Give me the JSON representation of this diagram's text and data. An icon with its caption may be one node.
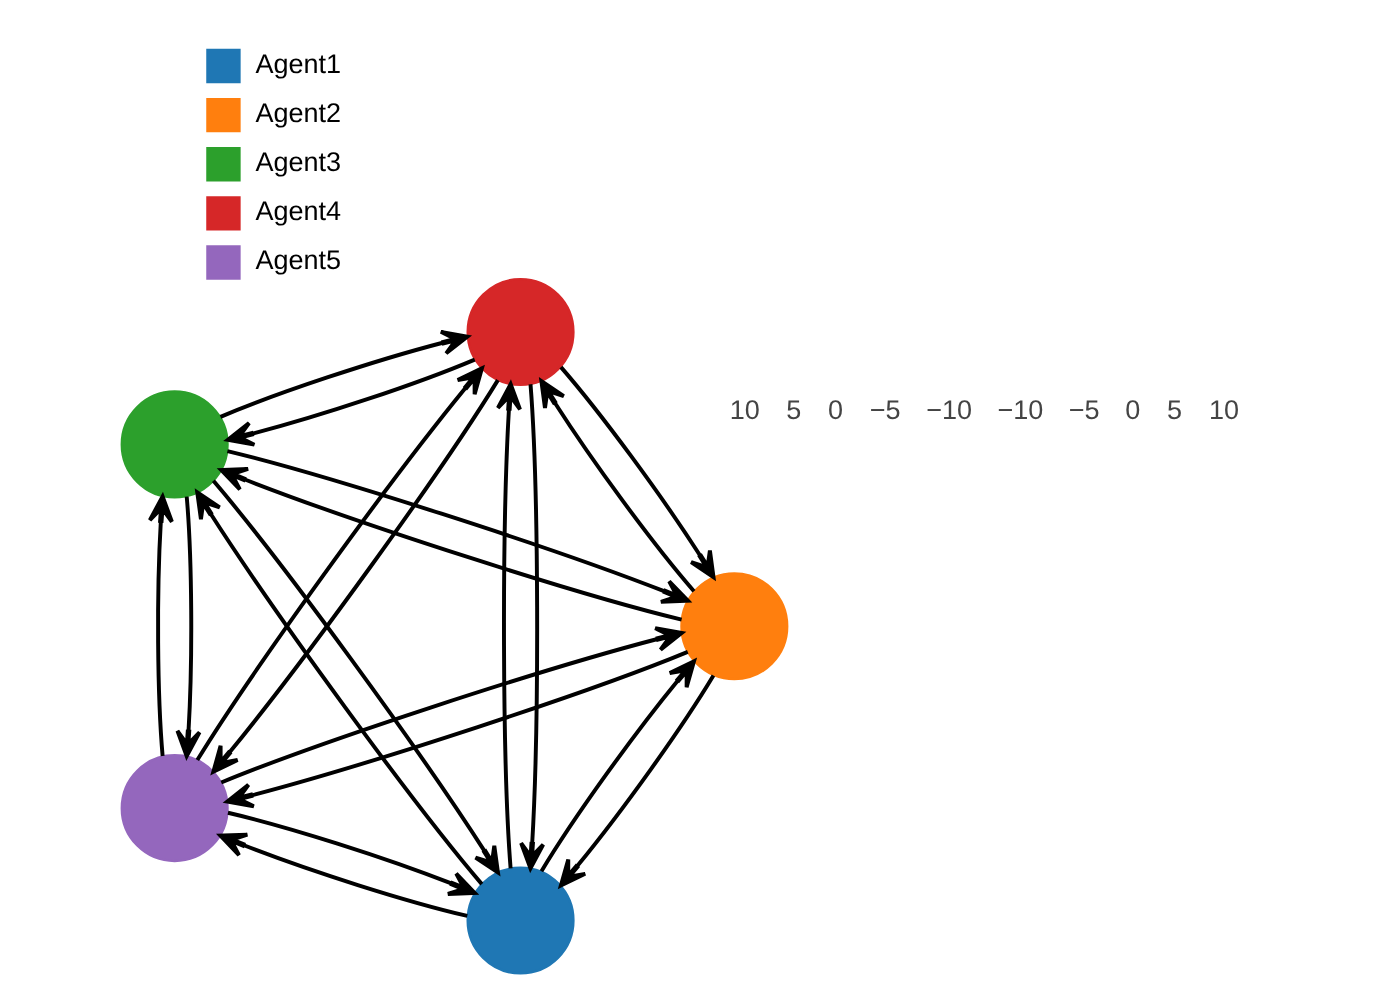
{
  "diagram": {
    "nodes": [
      {
        "text": [],
        "shape": "circle"
      },
      {
        "text": [],
        "shape": "circle"
      },
      {
        "text": [],
        "shape": "circle"
      },
      {
        "text": [],
        "shape": "circle"
      },
      {
        "text": [],
        "shape": "circle"
      }
    ],
    "edges": [
      {
        "from": 0,
        "to": 1,
        "arrow": "to"
      },
      {
        "from": 0,
        "to": 2,
        "arrow": "to"
      },
      {
        "from": 0,
        "to": 3,
        "arrow": "to"
      },
      {
        "from": 0,
        "to": 4,
        "arrow": "to"
      },
      {
        "from": 1,
        "to": 0,
        "arrow": "to"
      },
      {
        "from": 1,
        "to": 2,
        "arrow": "to"
      },
      {
        "from": 1,
        "to": 3,
        "arrow": "to"
      },
      {
        "from": 1,
        "to": 4,
        "arrow": "to"
      },
      {
        "from": 2,
        "to": 0,
        "arrow": "to"
      },
      {
        "from": 2,
        "to": 1,
        "arrow": "to"
      },
      {
        "from": 2,
        "to": 3,
        "arrow": "to"
      },
      {
        "from": 2,
        "to": 4,
        "arrow": "to"
      },
      {
        "from": 3,
        "to": 0,
        "arrow": "to"
      },
      {
        "from": 3,
        "to": 1,
        "arrow": "to"
      },
      {
        "from": 3,
        "to": 2,
        "arrow": "to"
      },
      {
        "from": 3,
        "to": 4,
        "arrow": "to"
      },
      {
        "from": 4,
        "to": 0,
        "arrow": "to"
      },
      {
        "from": 4,
        "to": 1,
        "arrow": "to"
      },
      {
        "from": 4,
        "to": 2,
        "arrow": "to"
      },
      {
        "from": 4,
        "to": 3,
        "arrow": "to"
      }
    ],
    "labels": [
      "10",
      "5",
      "0",
      "−5",
      "−10",
      "−10",
      "−5",
      "0",
      "5",
      "10"
    ],
    "legend": [
      {
        "text": "Agent1",
        "color": "#1f77b4"
      },
      {
        "text": "Agent2",
        "color": "#ff7f0e"
      },
      {
        "text": "Agent3",
        "color": "#2ca02c"
      },
      {
        "text": "Agent4",
        "color": "#d62728"
      },
      {
        "text": "Agent5",
        "color": "#9467bd"
      }
    ]
  }
}
